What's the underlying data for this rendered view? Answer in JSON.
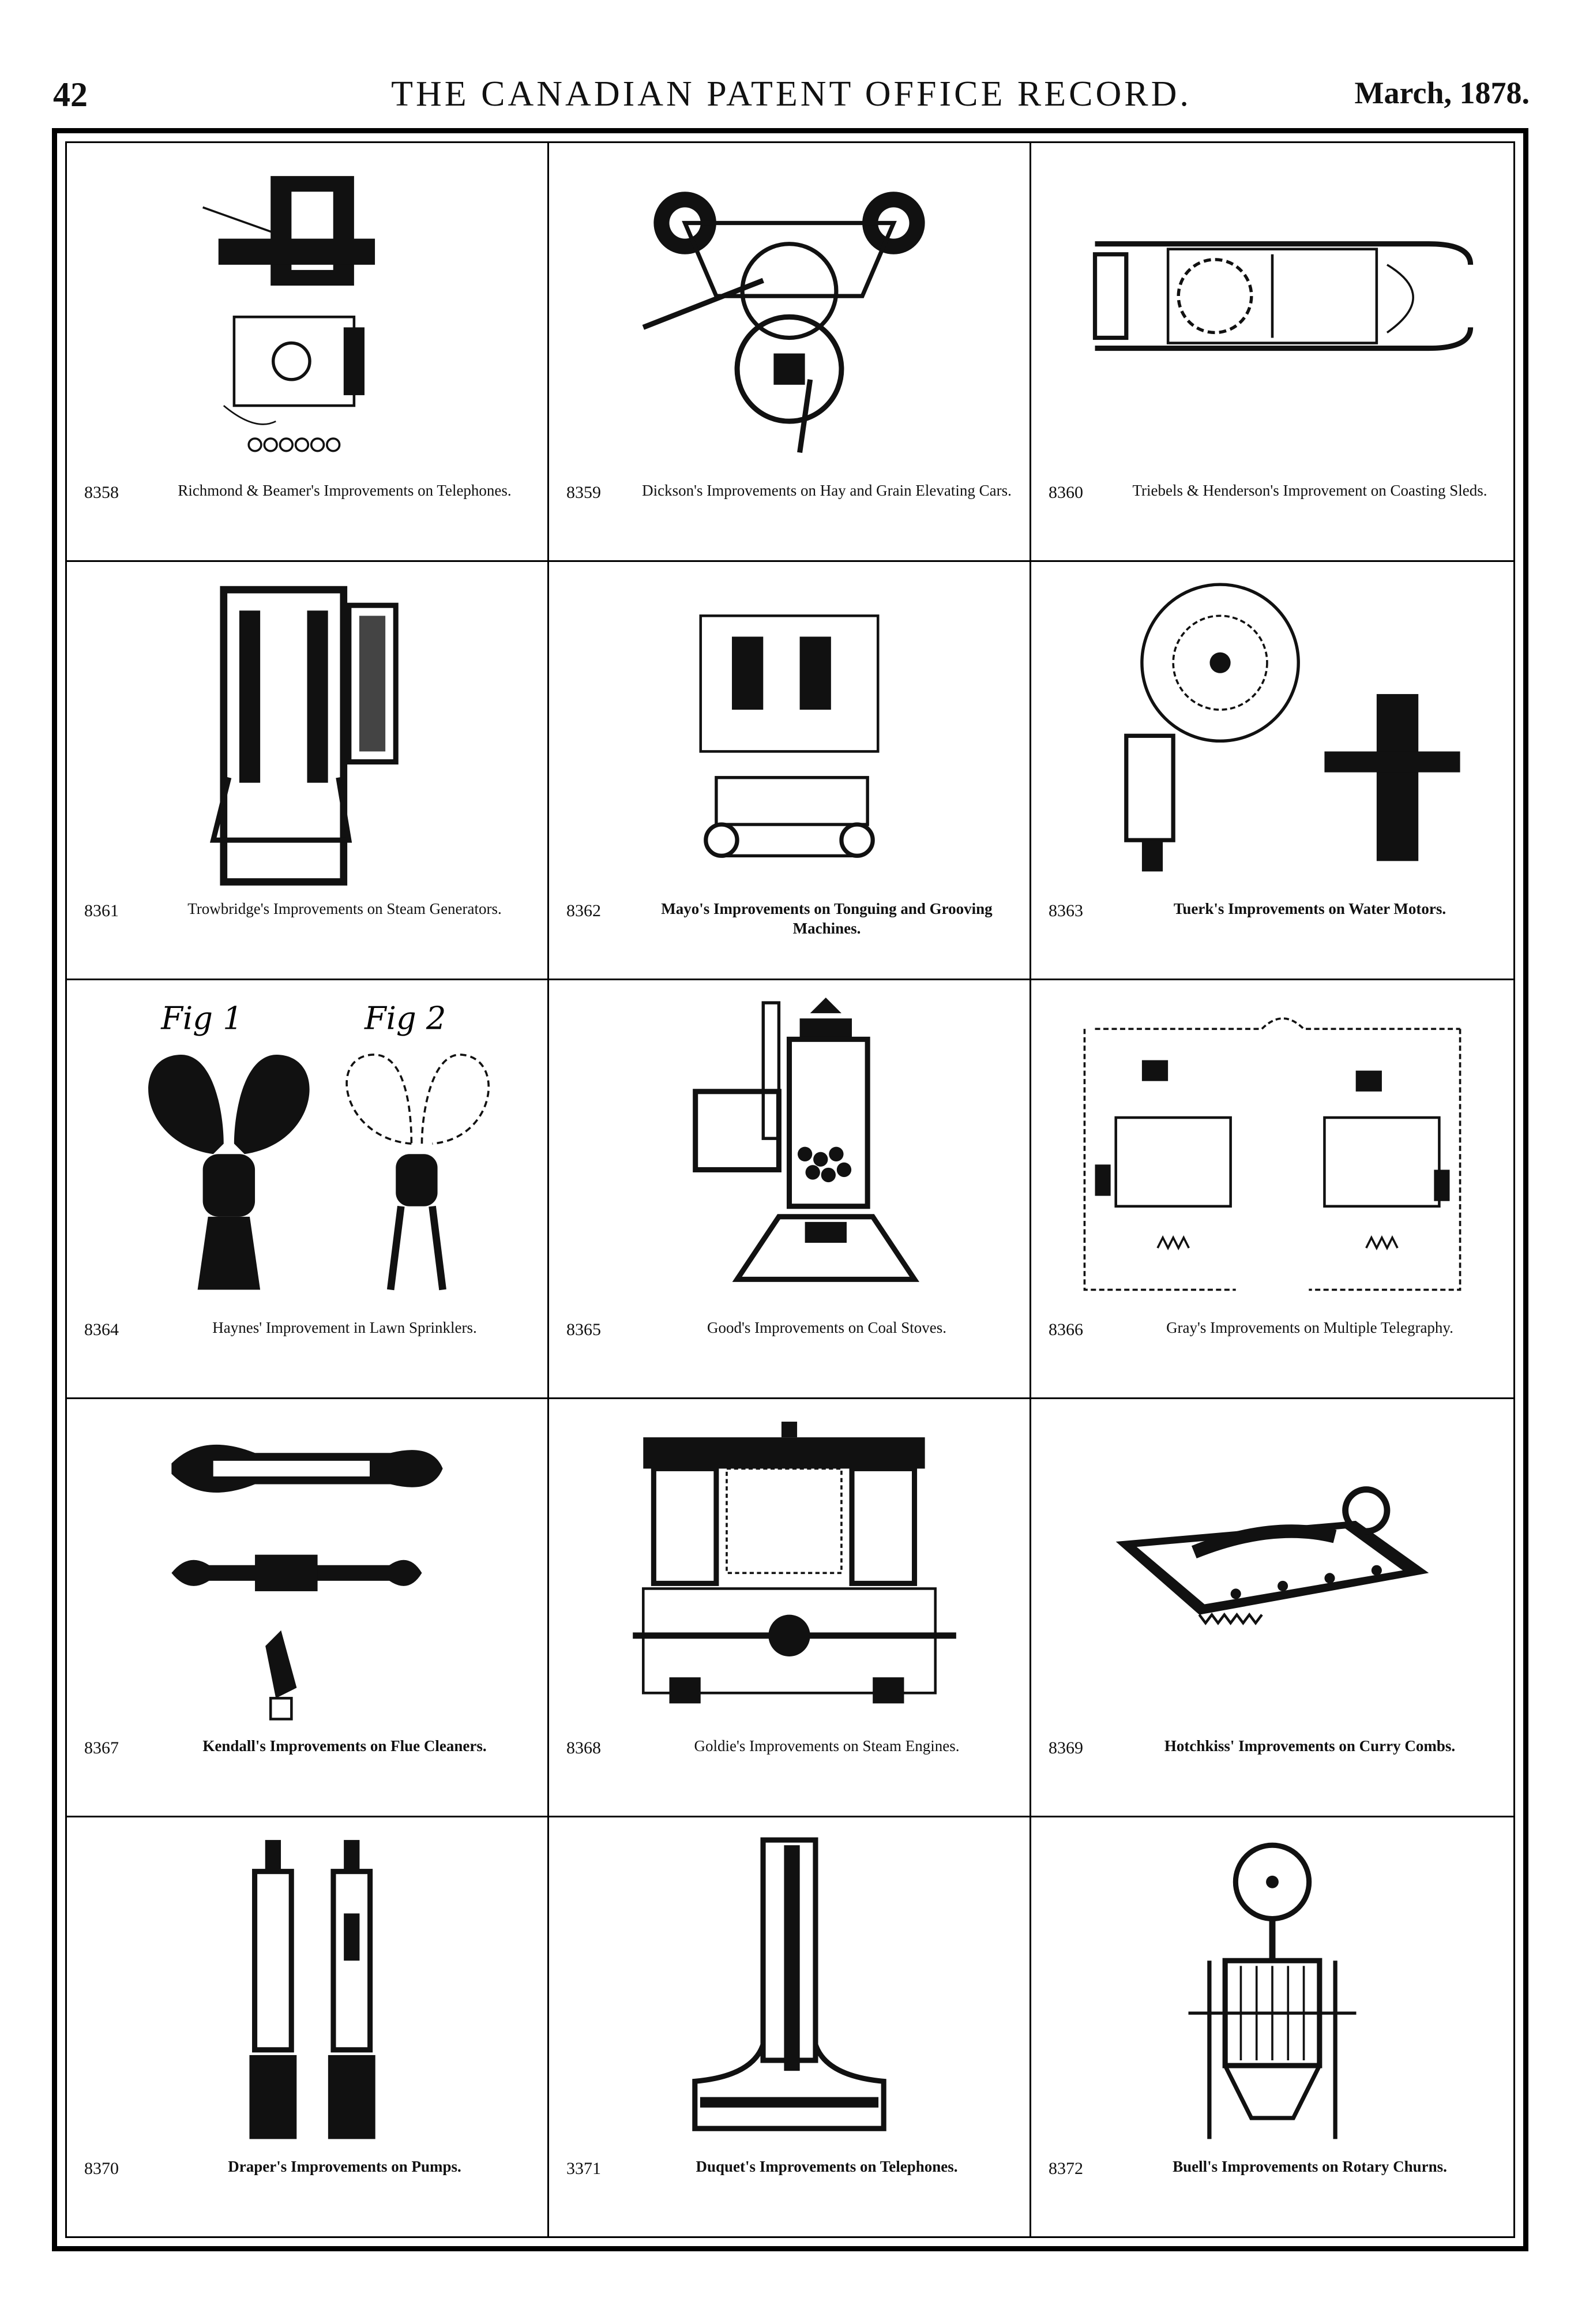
{
  "header": {
    "page_number": "42",
    "title": "THE CANADIAN PATENT OFFICE RECORD.",
    "date": "March, 1878."
  },
  "patents": [
    {
      "number": "8358",
      "caption": "Richmond & Beamer's Improvements on Telephones.",
      "icon": "telephone-apparatus-icon"
    },
    {
      "number": "8359",
      "caption": "Dickson's Improvements on Hay and Grain Elevating Cars.",
      "icon": "elevating-car-icon"
    },
    {
      "number": "8360",
      "caption": "Triebels & Henderson's Improvement on Coasting Sleds.",
      "icon": "sled-icon"
    },
    {
      "number": "8361",
      "caption": "Trowbridge's Improvements on Steam Generators.",
      "icon": "steam-generator-icon"
    },
    {
      "number": "8362",
      "caption": "Mayo's Improvements on Tonguing and Grooving Machines.",
      "icon": "grooving-machine-icon"
    },
    {
      "number": "8363",
      "caption": "Tuerk's Improvements on Water Motors.",
      "icon": "water-motor-icon"
    },
    {
      "number": "8364",
      "caption": "Haynes' Improvement in Lawn Sprinklers.",
      "icon": "lawn-sprinkler-icon",
      "fig1": "Fig 1",
      "fig2": "Fig 2"
    },
    {
      "number": "8365",
      "caption": "Good's Improvements on Coal Stoves.",
      "icon": "coal-stove-icon"
    },
    {
      "number": "8366",
      "caption": "Gray's Improvements on Multiple Telegraphy.",
      "icon": "telegraph-circuit-icon"
    },
    {
      "number": "8367",
      "caption": "Kendall's Improvements on Flue Cleaners.",
      "icon": "flue-cleaner-icon"
    },
    {
      "number": "8368",
      "caption": "Goldie's Improvements on Steam Engines.",
      "icon": "steam-engine-icon"
    },
    {
      "number": "8369",
      "caption": "Hotchkiss' Improvements on Curry Combs.",
      "icon": "curry-comb-icon"
    },
    {
      "number": "8370",
      "caption": "Draper's Improvements on Pumps.",
      "icon": "pump-icon"
    },
    {
      "number": "3371",
      "caption": "Duquet's Improvements on Telephones.",
      "icon": "telephone-receiver-icon"
    },
    {
      "number": "8372",
      "caption": "Buell's Improvements on Rotary Churns.",
      "icon": "rotary-churn-icon"
    }
  ]
}
